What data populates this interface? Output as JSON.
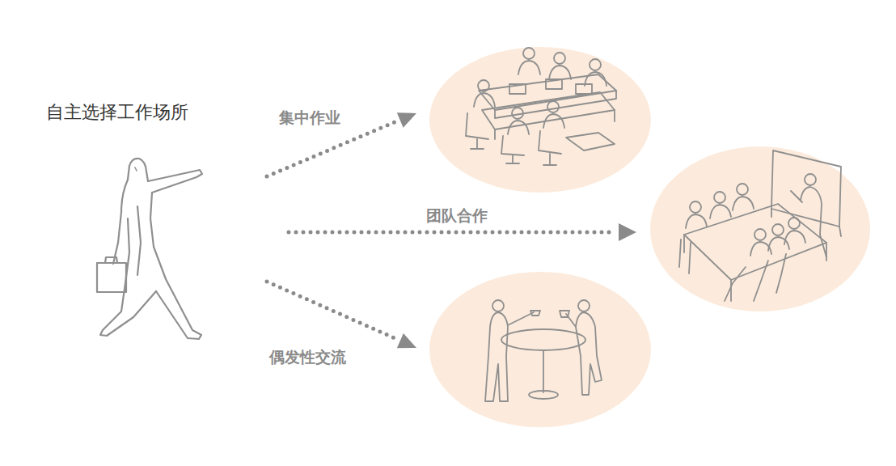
{
  "diagram": {
    "labels": [
      "自主选择工作场所",
      "集中作业",
      "团队合作",
      "偶发性交流"
    ]
  }
}
